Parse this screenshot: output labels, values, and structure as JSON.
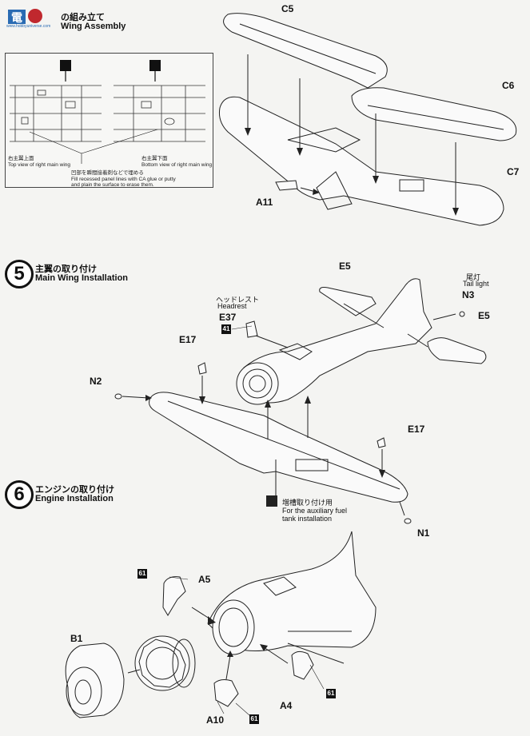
{
  "logo": {
    "text_cn": "電",
    "text_site": "www.hobbyuniverse.com"
  },
  "step4": {
    "jp": "の組み立て",
    "en": "Wing Assembly"
  },
  "step5": {
    "number": "5",
    "jp": "主翼の取り付け",
    "en": "Main Wing Installation"
  },
  "step6": {
    "number": "6",
    "jp": "エンジンの取り付け",
    "en": "Engine Installation"
  },
  "inset": {
    "left_caption_jp": "右主翼上面",
    "left_caption_en": "Top view of right main wing",
    "right_caption_jp": "右主翼下面",
    "right_caption_en": "Bottom view of right main wing",
    "note_jp": "凹部を瞬間接着剤などで埋める",
    "note_en_1": "Fill recessed panel lines with CA glue or putty",
    "note_en_2": "and plain the surface to erase them."
  },
  "parts": {
    "c5": "C5",
    "c6": "C6",
    "c7": "C7",
    "a11": "A11",
    "e5_top": "E5",
    "e5_right": "E5",
    "n3": "N3",
    "e37": "E37",
    "e17_left": "E17",
    "e17_right": "E17",
    "n2": "N2",
    "n1": "N1",
    "a5": "A5",
    "b1": "B1",
    "a4": "A4",
    "a10": "A10"
  },
  "labels": {
    "tail_light_jp": "尾灯",
    "tail_light_en": "Tail light",
    "headrest_jp": "ヘッドレスト",
    "headrest_en": "Headrest",
    "aux_tank_jp": "増槽取り付け用",
    "aux_tank_en_1": "For the auxiliary fuel",
    "aux_tank_en_2": "tank installation"
  },
  "paint_codes": {
    "e37": "41",
    "a5": "61",
    "a4": "61",
    "a10": "61"
  }
}
